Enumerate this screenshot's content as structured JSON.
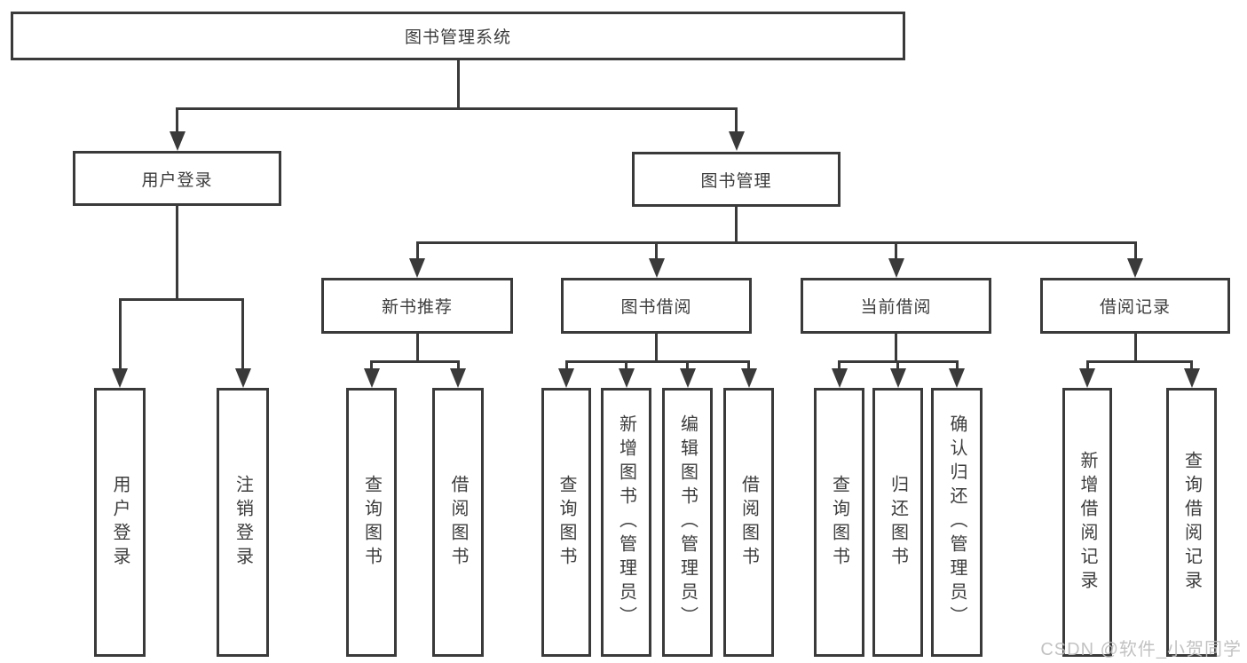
{
  "diagram_title": "图书管理系统",
  "watermark": "CSDN @软件_小贺同学",
  "colors": {
    "line": "#3a3a3a",
    "text": "#3d3d3d",
    "background": "#ffffff",
    "watermark": "#bdbdbd"
  },
  "nodes": [
    {
      "id": "root",
      "label": "图书管理系统",
      "level": 1,
      "parent": null
    },
    {
      "id": "user-login",
      "label": "用户登录",
      "level": 2,
      "parent": "root"
    },
    {
      "id": "book-management",
      "label": "图书管理",
      "level": 2,
      "parent": "root"
    },
    {
      "id": "new-book-recommend",
      "label": "新书推荐",
      "level": 3,
      "parent": "book-management"
    },
    {
      "id": "book-borrowing",
      "label": "图书借阅",
      "level": 3,
      "parent": "book-management"
    },
    {
      "id": "current-borrowing",
      "label": "当前借阅",
      "level": 3,
      "parent": "book-management"
    },
    {
      "id": "borrowing-records",
      "label": "借阅记录",
      "level": 3,
      "parent": "book-management"
    },
    {
      "id": "leaf-user-login",
      "label": "用户登录",
      "level": 4,
      "parent": "user-login"
    },
    {
      "id": "leaf-logout",
      "label": "注销登录",
      "level": 4,
      "parent": "user-login"
    },
    {
      "id": "leaf-query-book-1",
      "label": "查询图书",
      "level": 4,
      "parent": "new-book-recommend"
    },
    {
      "id": "leaf-borrow-book-1",
      "label": "借阅图书",
      "level": 4,
      "parent": "new-book-recommend"
    },
    {
      "id": "leaf-query-book-2",
      "label": "查询图书",
      "level": 4,
      "parent": "book-borrowing"
    },
    {
      "id": "leaf-add-book",
      "label": "新增图书（管理员）",
      "level": 4,
      "parent": "book-borrowing"
    },
    {
      "id": "leaf-edit-book",
      "label": "编辑图书（管理员）",
      "level": 4,
      "parent": "book-borrowing"
    },
    {
      "id": "leaf-borrow-book-2",
      "label": "借阅图书",
      "level": 4,
      "parent": "book-borrowing"
    },
    {
      "id": "leaf-query-book-3",
      "label": "查询图书",
      "level": 4,
      "parent": "current-borrowing"
    },
    {
      "id": "leaf-return-book",
      "label": "归还图书",
      "level": 4,
      "parent": "current-borrowing"
    },
    {
      "id": "leaf-confirm-return",
      "label": "确认归还（管理员）",
      "level": 4,
      "parent": "current-borrowing"
    },
    {
      "id": "leaf-add-borrow-record",
      "label": "新增借阅记录",
      "level": 4,
      "parent": "borrowing-records"
    },
    {
      "id": "leaf-query-borrow-record",
      "label": "查询借阅记录",
      "level": 4,
      "parent": "borrowing-records"
    }
  ]
}
